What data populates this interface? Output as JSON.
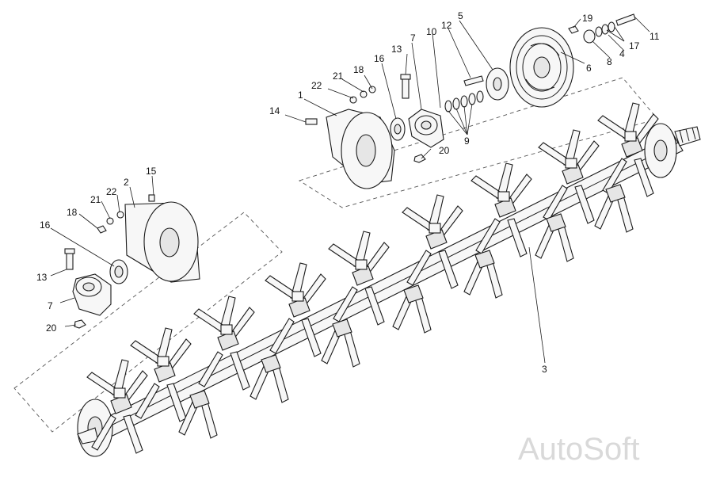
{
  "callouts": {
    "c1": "1",
    "c2": "2",
    "c3": "3",
    "c4": "4",
    "c5": "5",
    "c6": "6",
    "c7a": "7",
    "c7b": "7",
    "c8": "8",
    "c9": "9",
    "c10": "10",
    "c11": "11",
    "c12": "12",
    "c13a": "13",
    "c13b": "13",
    "c14": "14",
    "c15": "15",
    "c16a": "16",
    "c16b": "16",
    "c17": "17",
    "c18a": "18",
    "c18b": "18",
    "c19": "19",
    "c20a": "20",
    "c20b": "20",
    "c21a": "21",
    "c21b": "21",
    "c22a": "22",
    "c22b": "22"
  },
  "watermark": "AutoSoft"
}
